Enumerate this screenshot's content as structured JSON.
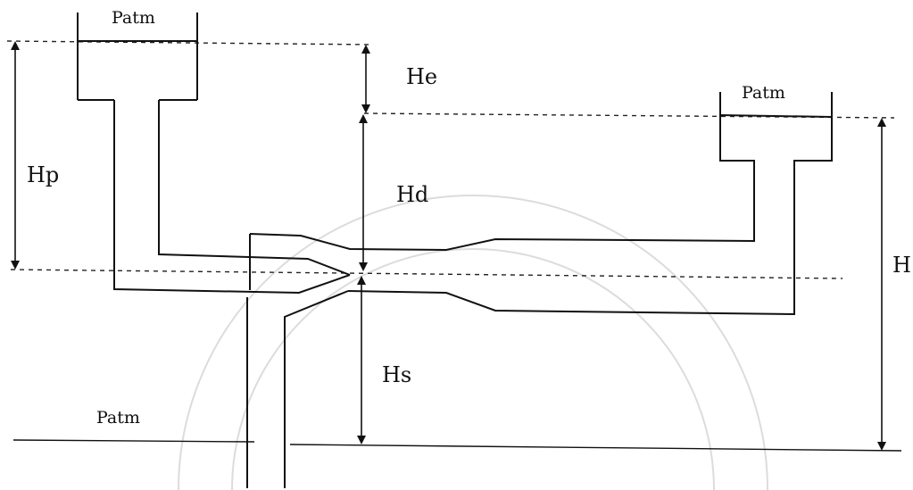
{
  "labels": {
    "patm_upper_left": "Patm",
    "patm_upper_right": "Patm",
    "patm_lower_left": "Patm",
    "he": "He",
    "hd": "Hd",
    "hp": "Hp",
    "hs": "Hs",
    "h": "H"
  }
}
